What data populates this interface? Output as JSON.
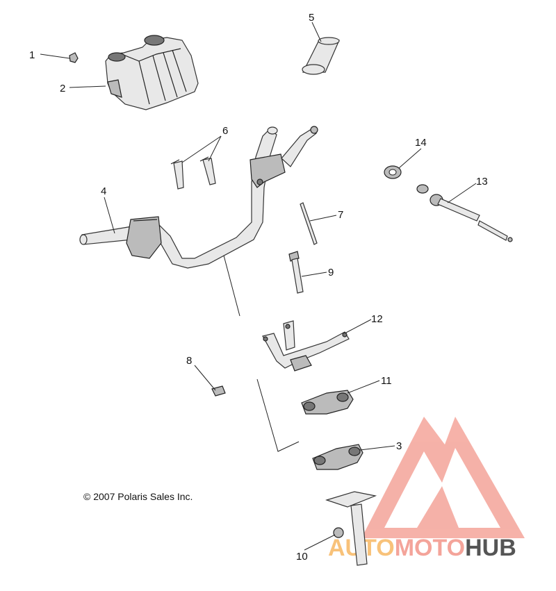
{
  "copyright": "© 2007  Polaris Sales Inc.",
  "watermark": {
    "part1": "AUTO",
    "part2": "MOTO",
    "part3": "HUB",
    "color_primary": "#f4a49a",
    "color_secondary": "#f8c27a",
    "color_tertiary": "#555555"
  },
  "callouts": [
    "1",
    "2",
    "3",
    "4",
    "5",
    "6",
    "7",
    "8",
    "9",
    "10",
    "11",
    "12",
    "13",
    "14"
  ]
}
